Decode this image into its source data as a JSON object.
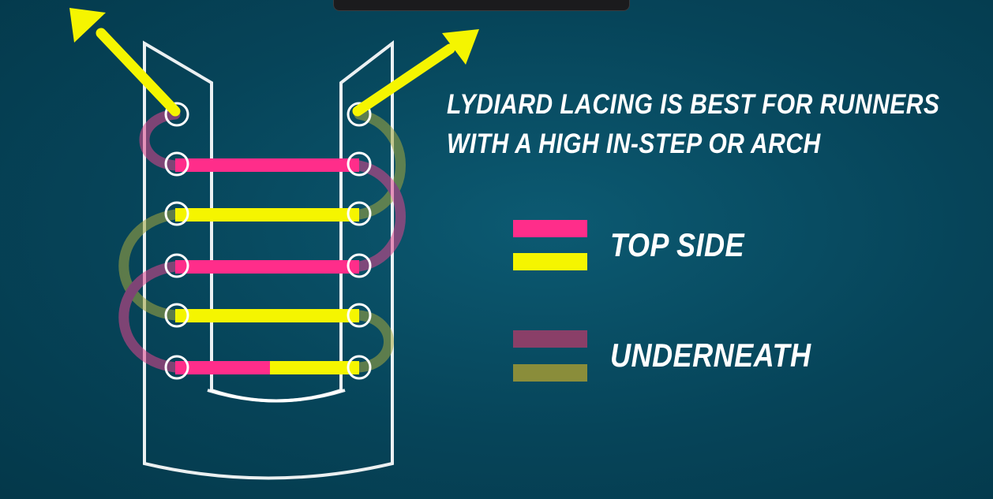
{
  "headline": {
    "line1": "LYDIARD LACING IS BEST FOR RUNNERS",
    "line2": "WITH A HIGH IN-STEP OR ARCH"
  },
  "legend": {
    "top_side": {
      "label": "TOP SIDE",
      "colors": [
        "#ff2d8a",
        "#f5f500"
      ]
    },
    "underneath": {
      "label": "UNDERNEATH",
      "colors": [
        "#8a3f68",
        "#8a8d3a"
      ]
    }
  },
  "colors": {
    "background": "#064459",
    "pink_lace": "#ff2d8a",
    "yellow_lace": "#f5f500",
    "pink_under": "#8a3f68",
    "olive_under": "#8a8d3a",
    "arrow": "#f5f500",
    "shoe_outline": "#ffffff"
  },
  "icons": [
    "arrow-left-icon",
    "arrow-right-icon",
    "eyelet-icon"
  ]
}
